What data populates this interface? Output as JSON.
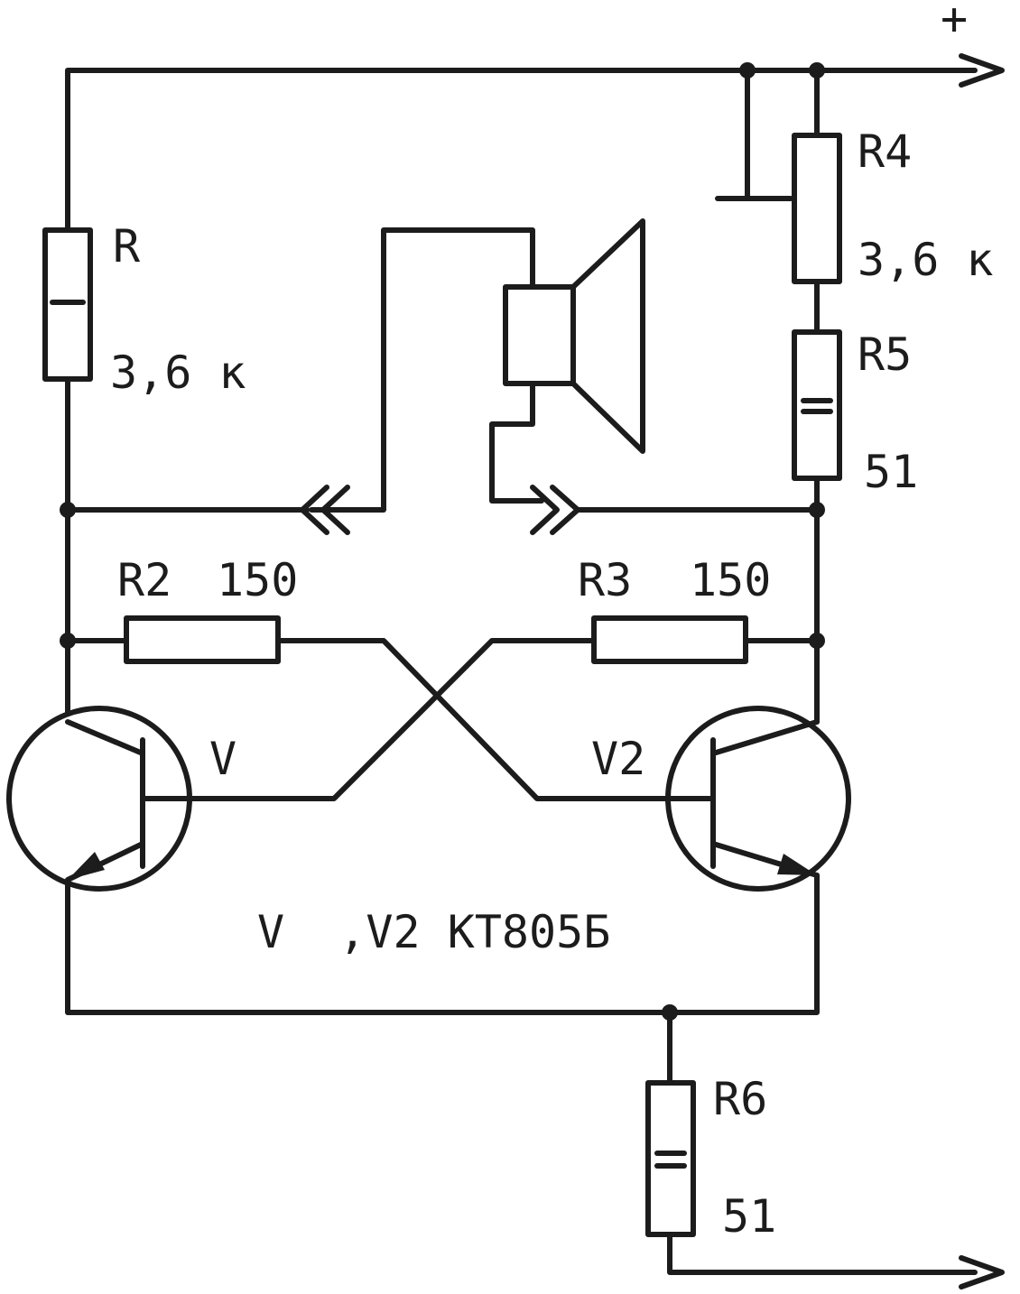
{
  "diagram": {
    "type": "circuit-schematic",
    "terminals": {
      "positive": "+"
    },
    "resistors": {
      "r": {
        "name": "R",
        "value": "3,6 к"
      },
      "r2": {
        "name": "R2",
        "value": "150"
      },
      "r3": {
        "name": "R3",
        "value": "150"
      },
      "r4": {
        "name": "R4",
        "value": "3,6 к"
      },
      "r5": {
        "name": "R5",
        "value": "51"
      },
      "r6": {
        "name": "R6",
        "value": "51"
      }
    },
    "transistors": {
      "v": {
        "name": "V"
      },
      "v2": {
        "name": "V2"
      }
    },
    "transistor_note": "V  ,V2 КТ805Б",
    "colors": {
      "ink": "#1c1c1c",
      "paper": "#ffffff"
    }
  }
}
